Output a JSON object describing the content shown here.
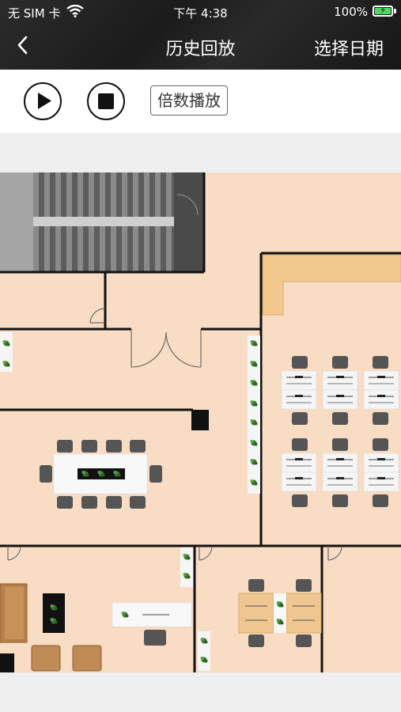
{
  "status_bar": {
    "carrier": "无 SIM 卡",
    "time": "下午 4:38",
    "battery": "100%"
  },
  "nav": {
    "title": "历史回放",
    "right_action": "选择日期",
    "back_icon": "chevron-left-icon"
  },
  "toolbar": {
    "play_icon": "play-icon",
    "stop_icon": "stop-icon",
    "speed_label": "倍数播放"
  },
  "colors": {
    "floor": "#f8dcc4",
    "wall": "#111111",
    "stairs": "#777777",
    "header_bg": "#1e1e1e",
    "battery": "#4cd964",
    "counter": "#f2c98f",
    "table_wood": "#f0c690"
  }
}
